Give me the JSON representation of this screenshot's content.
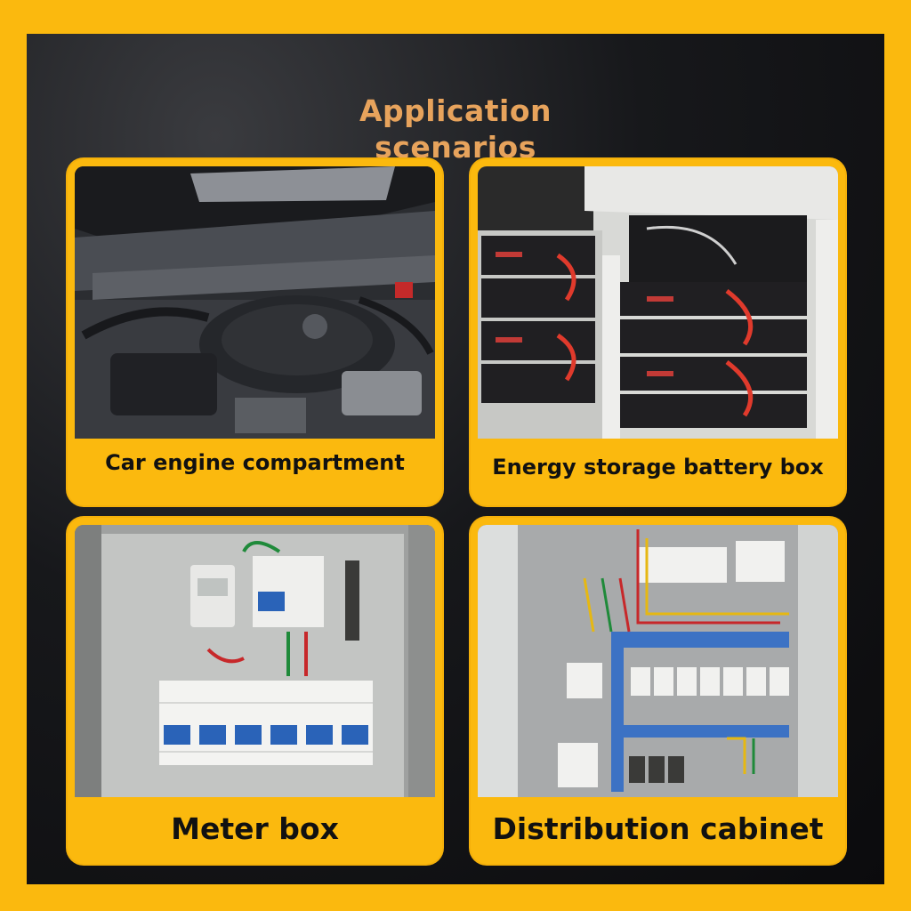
{
  "header": {
    "title_line1": "Application",
    "title_line2": "scenarios"
  },
  "scenarios": [
    {
      "label": "Car engine compartment",
      "image": "car-engine-photo"
    },
    {
      "label": "Energy storage battery box",
      "image": "battery-rack-photo"
    },
    {
      "label": "Meter box",
      "image": "meter-box-photo"
    },
    {
      "label": "Distribution cabinet",
      "image": "distribution-cabinet-photo"
    }
  ],
  "colors": {
    "frame": "#FBB90E",
    "title": "#E7A35C",
    "background": "#121316",
    "label_text": "#111111"
  }
}
